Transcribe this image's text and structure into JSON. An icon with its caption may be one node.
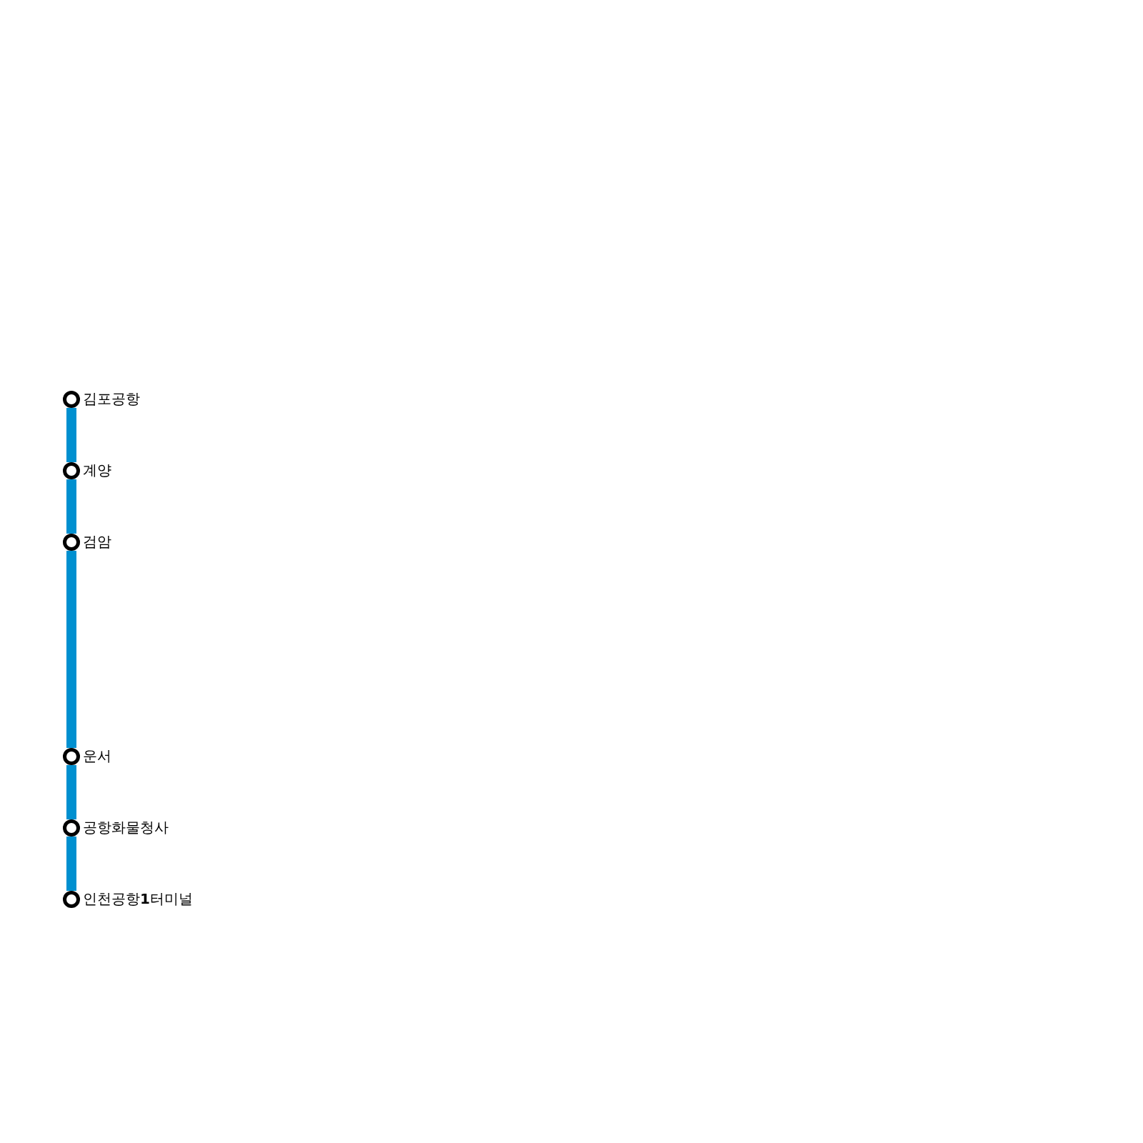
{
  "diagram": {
    "nodes": [
      {
        "text": [],
        "shape": "circle",
        "beside": [
          "김포공항"
        ]
      },
      {
        "text": [],
        "shape": "circle",
        "beside": [
          "계양"
        ]
      },
      {
        "text": [],
        "shape": "circle",
        "beside": [
          "검암"
        ]
      },
      {
        "text": [],
        "shape": "circle",
        "beside": [
          "운서"
        ]
      },
      {
        "text": [],
        "shape": "circle",
        "beside": [
          "공항화물청사"
        ]
      },
      {
        "text": [],
        "shape": "circle",
        "beside": [
          "인천공항**1**터미널"
        ]
      }
    ],
    "edges": [
      {
        "from": 0,
        "to": 1,
        "arrow": "none",
        "color": "#0090d0"
      },
      {
        "from": 1,
        "to": 2,
        "arrow": "none",
        "color": "#0090d0"
      },
      {
        "from": 2,
        "to": 3,
        "arrow": "none",
        "color": "#0090d0"
      },
      {
        "from": 3,
        "to": 4,
        "arrow": "none",
        "color": "#0090d0"
      },
      {
        "from": 4,
        "to": 5,
        "arrow": "none",
        "color": "#0090d0"
      }
    ]
  }
}
